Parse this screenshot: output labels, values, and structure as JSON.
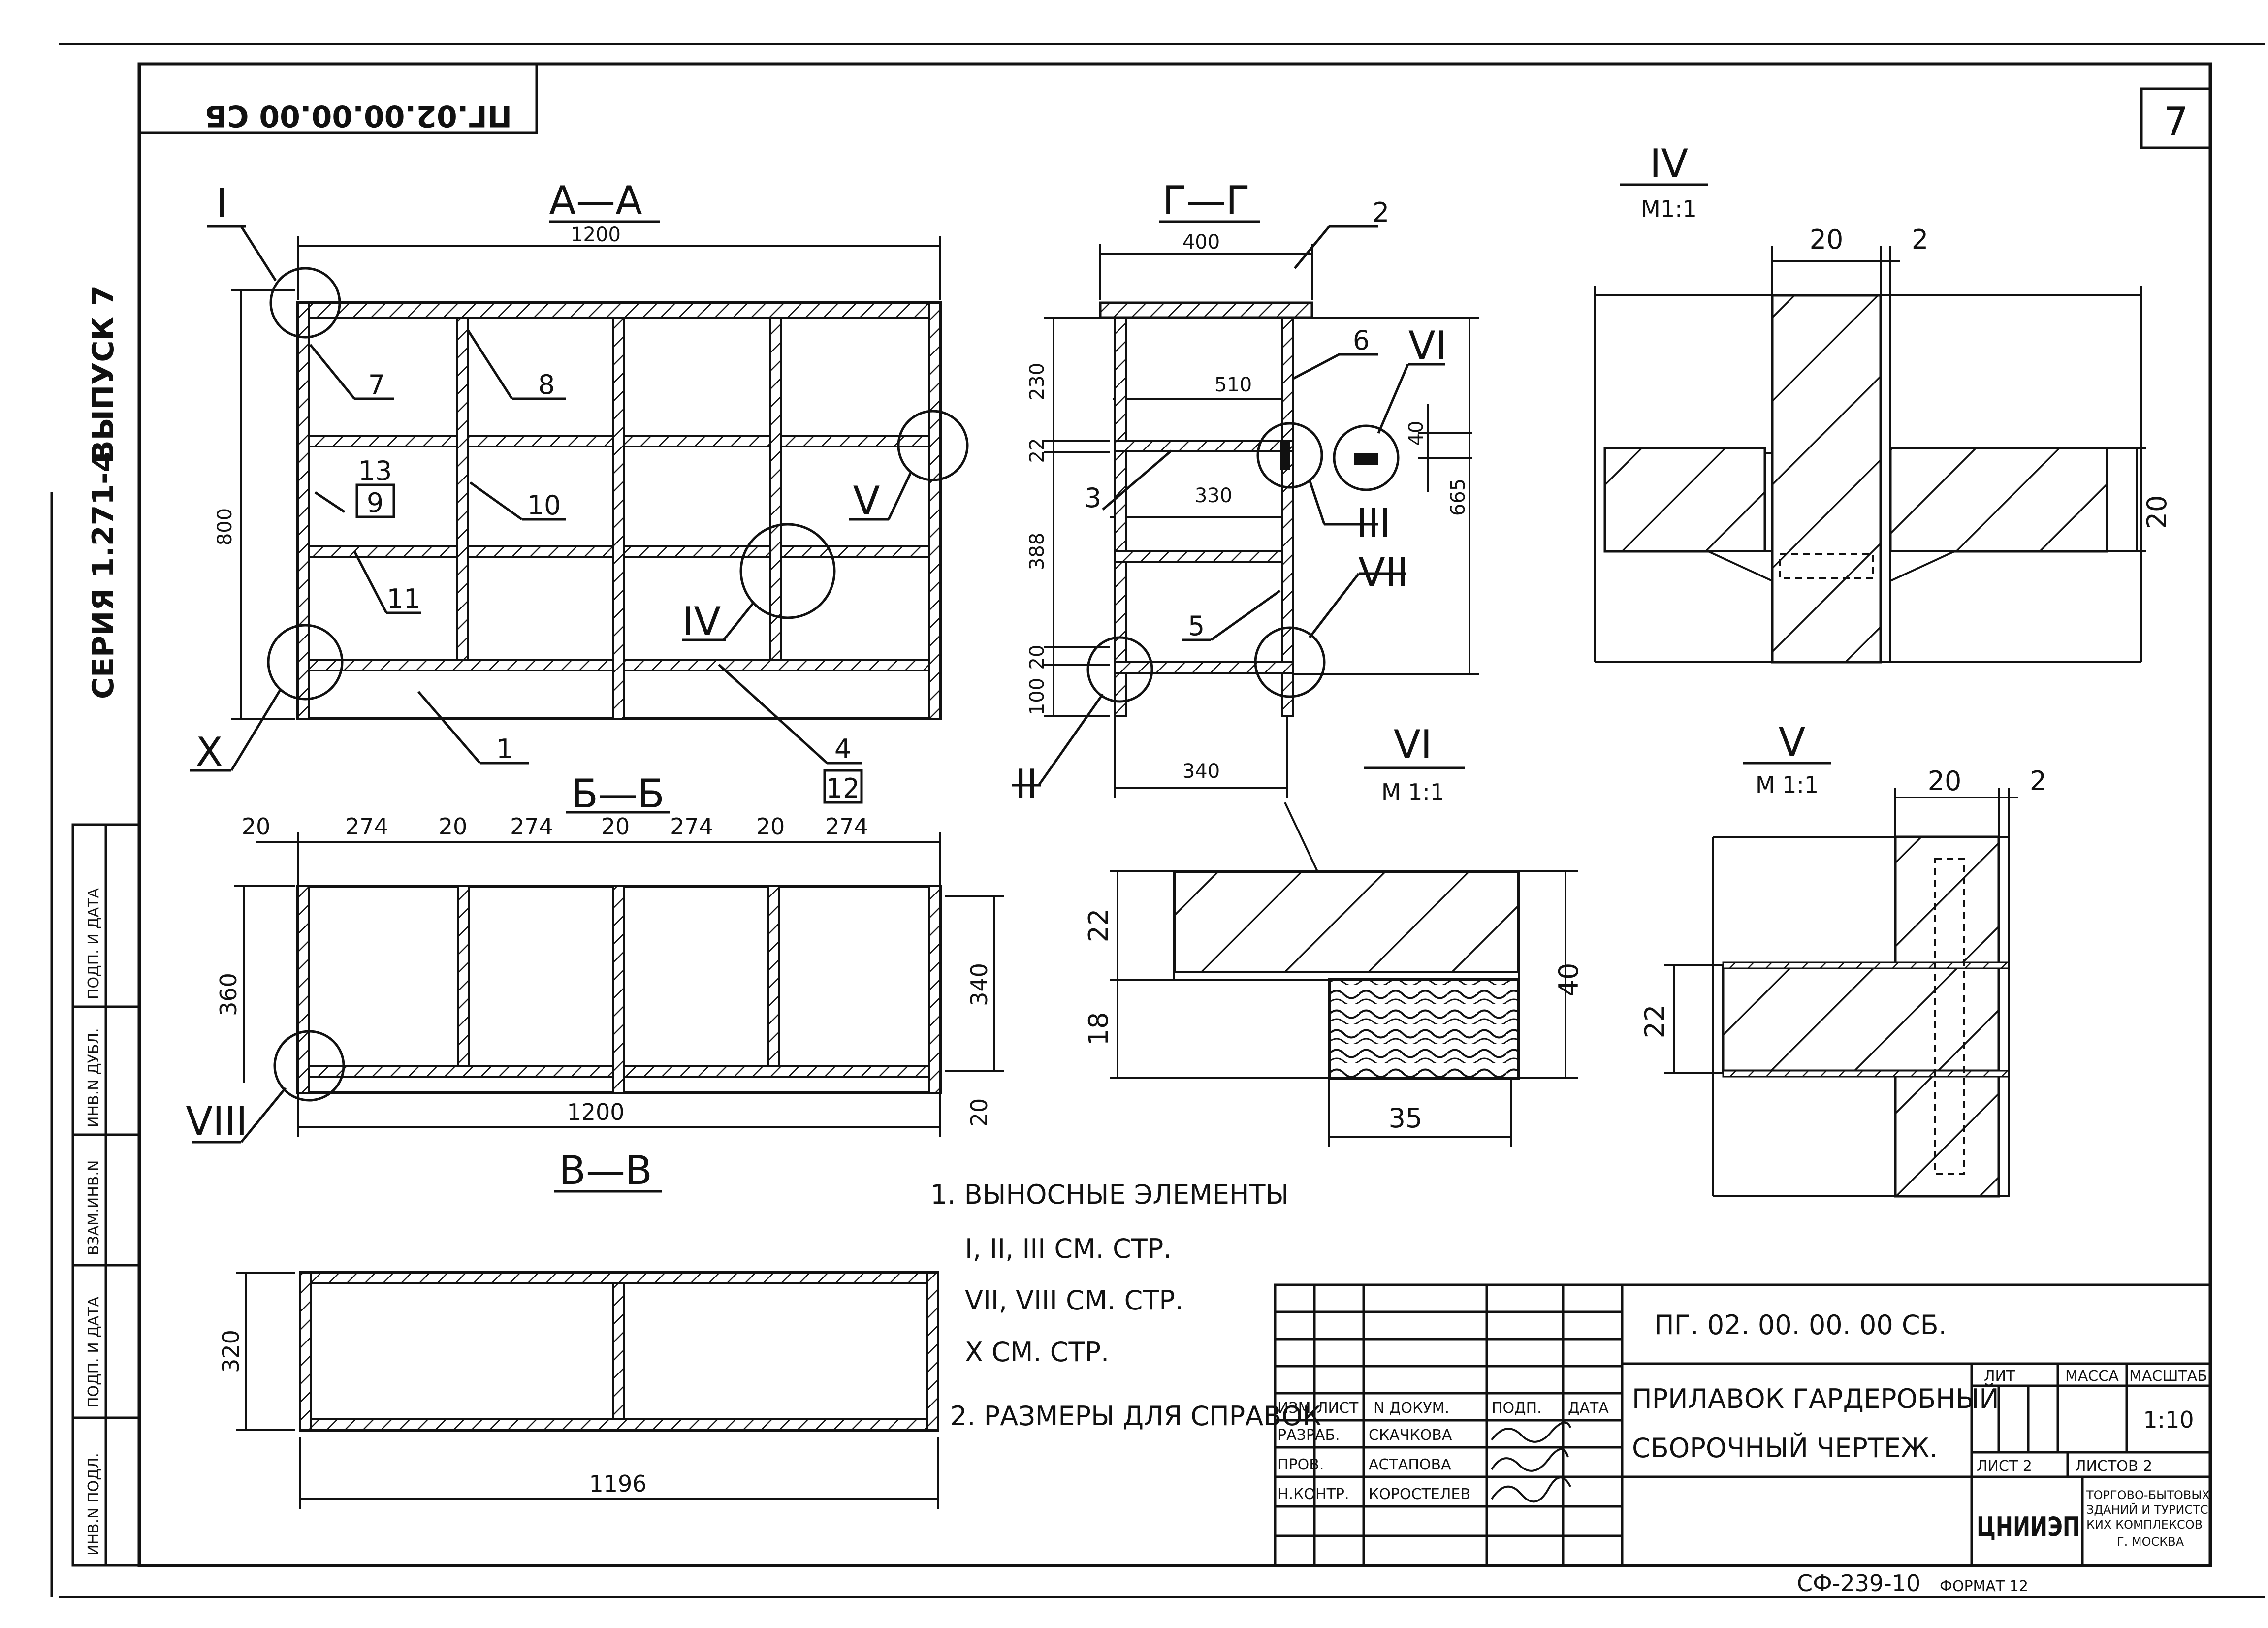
{
  "sheet": {
    "number": "7",
    "mirrored_code": "ПГ.02.00.00.00 СБ",
    "series_side": "СЕРИЯ 1.271-4",
    "issue_side": "ВЫПУСК 7",
    "footer_code": "СФ-239-10",
    "footer_format": "ФОРМАТ 12"
  },
  "side_stamp": {
    "columns": [
      "ИНВ.N ПОДЛ.",
      "ПОДП. И ДАТА",
      "ВЗАМ.ИНВ.N",
      "ИНВ.N ДУБЛ.",
      "ПОДП. И ДАТА"
    ]
  },
  "views": {
    "aa": {
      "title": "А—А",
      "dim_width": "1200",
      "dim_height": "800",
      "callouts": [
        "I",
        "V",
        "IV",
        "X"
      ],
      "parts": [
        "7",
        "8",
        "9",
        "13",
        "10",
        "11",
        "1",
        "4",
        "12"
      ]
    },
    "bb": {
      "title": "Б—Б",
      "dims_top": [
        "20",
        "274",
        "20",
        "274",
        "20",
        "274",
        "20",
        "274"
      ],
      "dim_width": "1200",
      "dim_height_left": "360",
      "dim_height_right": "340",
      "dim_bottom_right": "20",
      "callout": "VIII"
    },
    "vv": {
      "title": "В—В",
      "dim_width": "1196",
      "dim_height": "320"
    },
    "gg": {
      "title": "Г—Г",
      "dim_top": "400",
      "dim_510": "510",
      "dim_330": "330",
      "dim_340": "340",
      "dims_left": [
        "230",
        "22",
        "388",
        "20",
        "100"
      ],
      "dim_right": "665",
      "dim_40": "40",
      "parts": [
        "2",
        "6",
        "3",
        "5"
      ],
      "callouts": [
        "VI",
        "III",
        "VII",
        "II"
      ]
    },
    "d4": {
      "title": "IV",
      "scale": "М1:1",
      "dims": [
        "20",
        "2",
        "20"
      ]
    },
    "d5": {
      "title": "V",
      "scale": "М 1:1",
      "dims": [
        "20",
        "2",
        "22"
      ]
    },
    "d6": {
      "title": "VI",
      "scale": "М 1:1",
      "dims": [
        "22",
        "18",
        "40",
        "35"
      ]
    }
  },
  "notes": {
    "n1": "1. ВЫНОСНЫЕ ЭЛЕМЕНТЫ",
    "n1a": "I, II, III СМ. СТР.",
    "n1b": "VII, VIII СМ. СТР.",
    "n1c": "X СМ. СТР.",
    "n2": "2. РАЗМЕРЫ ДЛЯ СПРАВОК"
  },
  "title_block": {
    "code": "ПГ. 02. 00. 00. 00 СБ.",
    "name": "ПРИЛАВОК ГАРДЕРОБНЫЙ",
    "doc": "СБОРОЧНЫЙ ЧЕРТЕЖ.",
    "head": [
      "ИЗМ",
      "ЛИСТ",
      "N ДОКУМ.",
      "ПОДП.",
      "ДАТА"
    ],
    "rows": [
      {
        "role": "РАЗРАБ.",
        "name": "СКАЧКОВА"
      },
      {
        "role": "ПРОВ.",
        "name": "АСТАПОВА"
      },
      {
        "role": "Н.КОНТР.",
        "name": "КОРОСТЕЛЕВ"
      }
    ],
    "lit": "ЛИТ",
    "mass": "МАССА",
    "scale_label": "МАСШТАБ",
    "scale_value": "1:10",
    "sheet": "ЛИСТ 2",
    "sheets": "ЛИСТОВ 2",
    "org_logo": "ЦНИИЭП",
    "org_text": [
      "ТОРГОВО-БЫТОВЫХ",
      "ЗДАНИЙ И ТУРИСТС-",
      "КИХ КОМПЛЕКСОВ",
      "Г. МОСКВА"
    ]
  }
}
